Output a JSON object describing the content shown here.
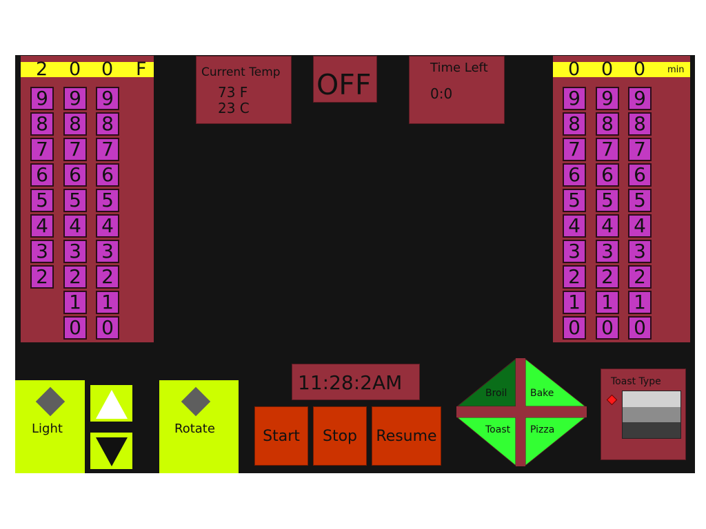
{
  "temperature": {
    "display": [
      "2",
      "0",
      "0",
      "F"
    ],
    "columns": [
      [
        "9",
        "8",
        "7",
        "6",
        "5",
        "4",
        "3",
        "2"
      ],
      [
        "9",
        "8",
        "7",
        "6",
        "5",
        "4",
        "3",
        "2",
        "1",
        "0"
      ],
      [
        "9",
        "8",
        "7",
        "6",
        "5",
        "4",
        "3",
        "2",
        "1",
        "0"
      ]
    ]
  },
  "current_temp": {
    "title": "Current Temp",
    "fahrenheit": "73 F",
    "celsius": "23 C"
  },
  "power_status": "OFF",
  "time_left": {
    "title": "Time Left",
    "value": "0:0"
  },
  "timer": {
    "display": [
      "0",
      "0",
      "0"
    ],
    "unit": "min",
    "columns": [
      [
        "9",
        "8",
        "7",
        "6",
        "5",
        "4",
        "3",
        "2",
        "1",
        "0"
      ],
      [
        "9",
        "8",
        "7",
        "6",
        "5",
        "4",
        "3",
        "2",
        "1",
        "0"
      ],
      [
        "9",
        "8",
        "7",
        "6",
        "5",
        "4",
        "3",
        "2",
        "1",
        "0"
      ]
    ]
  },
  "clock": "11:28:2AM",
  "controls": {
    "light_label": "Light",
    "rotate_label": "Rotate",
    "start_label": "Start",
    "stop_label": "Stop",
    "resume_label": "Resume"
  },
  "modes": {
    "broil": "Broil",
    "bake": "Bake",
    "toast": "Toast",
    "pizza": "Pizza",
    "selected": "Broil"
  },
  "toast_type": {
    "title": "Toast Type",
    "shades": [
      "#d2d2d2",
      "#8c8c8c",
      "#3c3c3c"
    ],
    "selected_index": 0
  },
  "colors": {
    "panel": "#962f3c",
    "digit": "#c23ac2",
    "display": "#ffff1e",
    "lime": "#ccff00",
    "orange": "#cc3300",
    "mode_green": "#33ff33",
    "mode_selected": "#0a6e19"
  }
}
